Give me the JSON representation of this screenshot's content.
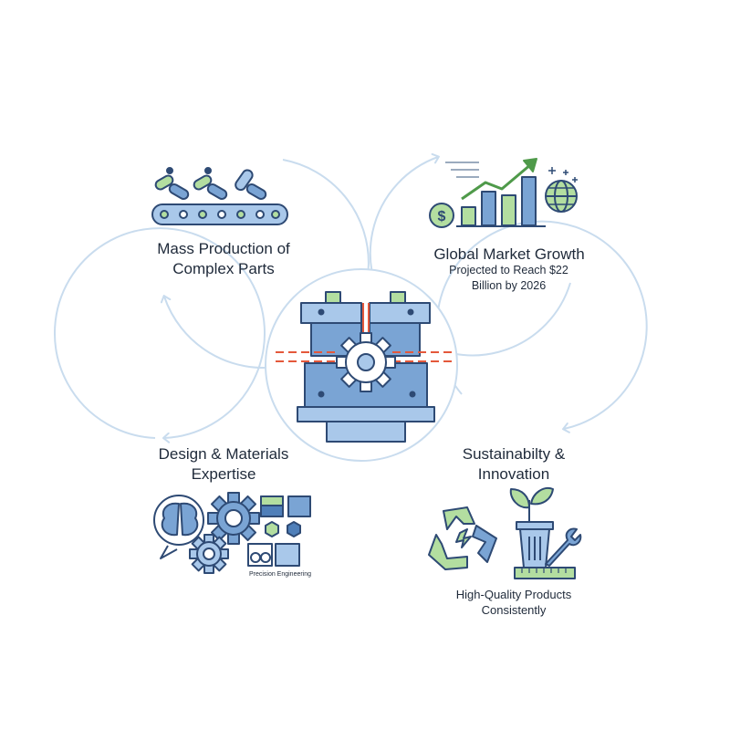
{
  "colors": {
    "ring": "#c9dcee",
    "outline": "#2e4a74",
    "blue_light": "#a9c8ea",
    "blue_mid": "#7aa4d4",
    "blue_dark": "#4f7fb9",
    "green": "#b3dea0",
    "accent_red": "#e4583b"
  },
  "center": {
    "icon": "injection-mold-gear-icon"
  },
  "quadrants": {
    "top_left": {
      "title": "Mass Production of Complex Parts",
      "icon": "conveyor-belt-icon"
    },
    "top_right": {
      "title": "Global Market Growth",
      "subtitle": "Projected to Reach $22 Billion by 2026",
      "icon": "market-growth-chart-icon"
    },
    "bottom_left": {
      "title": "Design & Materials Expertise",
      "caption": "Precision Engineering",
      "icon": "brain-gears-materials-icon"
    },
    "bottom_right": {
      "title": "Sustainabilty & Innovation",
      "subtitle": "High-Quality Products Consistently",
      "icon": "recycle-bin-wrench-icon"
    }
  }
}
